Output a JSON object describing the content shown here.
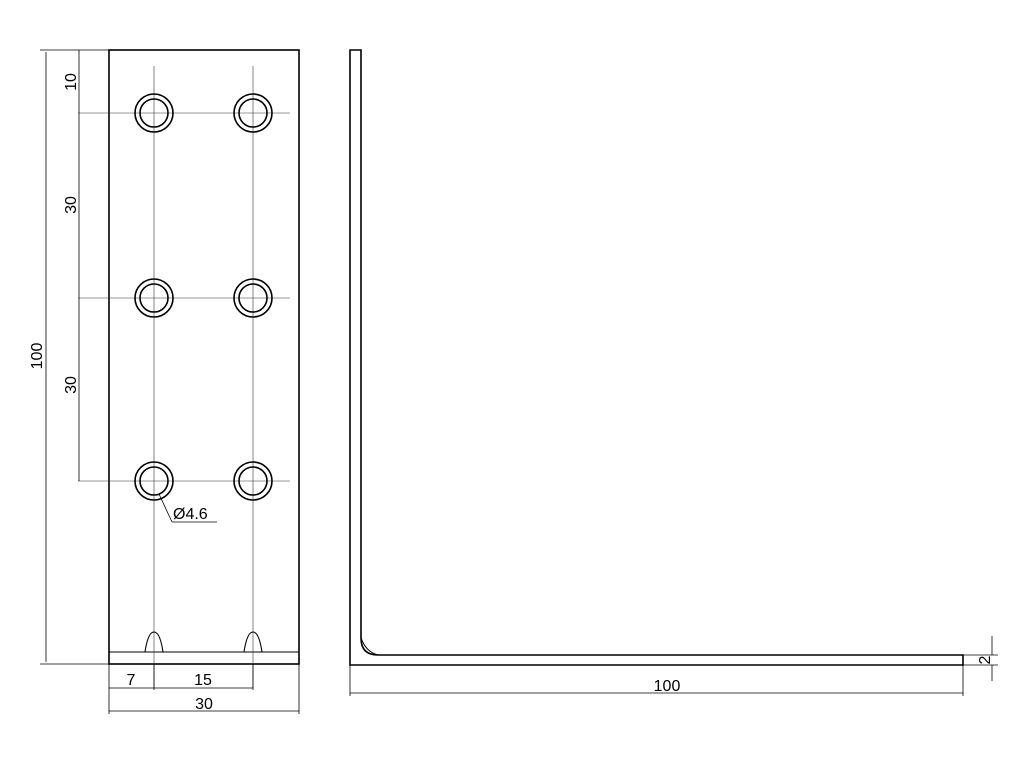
{
  "dimensions": {
    "total_height": "100",
    "top_offset": "10",
    "spacing_upper": "30",
    "spacing_lower": "30",
    "edge_offset": "7",
    "hole_spacing": "15",
    "plate_width": "30",
    "hole_diameter": "Ø4.6",
    "leg_length": "100",
    "thickness": "2"
  }
}
